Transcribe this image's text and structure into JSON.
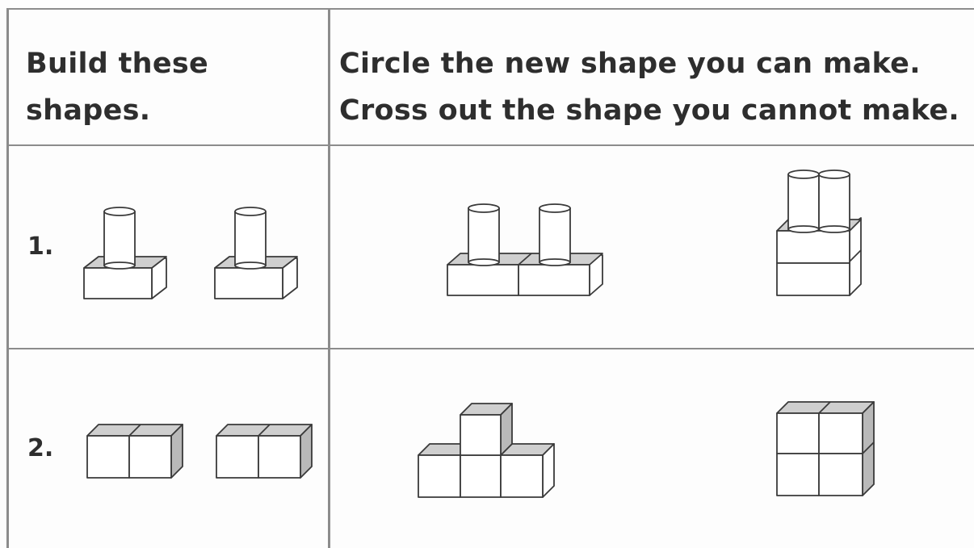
{
  "worksheet": {
    "left_header": {
      "line1": "Build these",
      "line2": "shapes."
    },
    "right_header": {
      "line1": "Circle the new shape you can make.",
      "line2": "Cross out the shape you cannot make."
    },
    "rows": [
      {
        "number": "1."
      },
      {
        "number": "2."
      }
    ]
  }
}
